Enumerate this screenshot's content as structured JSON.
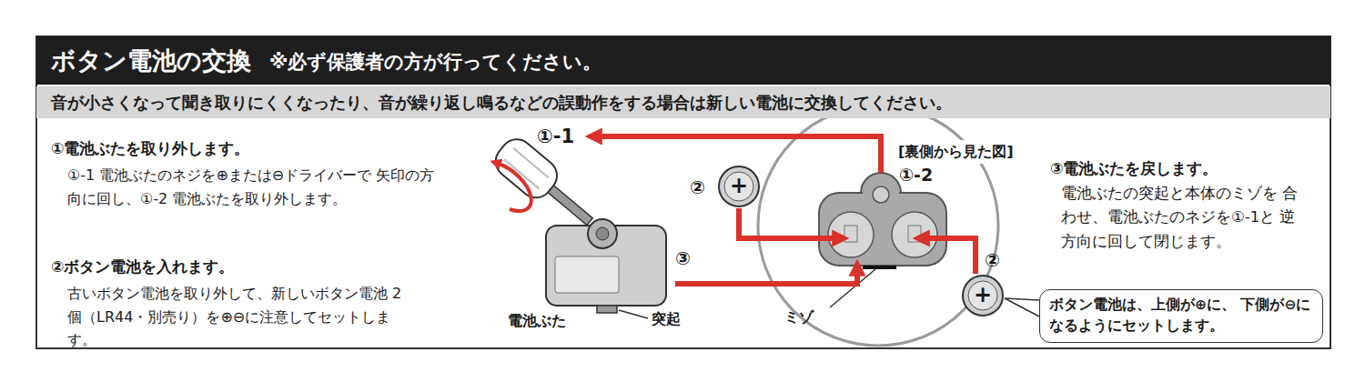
{
  "diagram": {
    "title": "ボタン電池の交換",
    "nodes": [
      {
        "text": [
          "音が小さくなって聞き取りにくくなったり、音が繰り返し鳴るなどの誤動作をする場合は新しい電池に交換してください。"
        ]
      },
      {
        "text": [
          "ボタン電池は、上側が⊕に、 下側が⊖になるようにセットします。"
        ]
      }
    ],
    "labels": [
      "※必ず保護者の方が行ってください。",
      "①電池ぶたを取り外します。",
      "①-1 電池ぶたのネジを⊕または⊖ドライバーで 矢印の方向に回し、①-2 電池ぶたを取り外します。",
      "②ボタン電池を入れます。",
      "古いボタン電池を取り外して、新しいボタン電池 2個（LR44・別売り）を⊕⊖に注意してセットします。",
      "③電池ぶたを戻します。",
      "電池ぶたの突起と本体のミゾを 合わせ、電池ぶたのネジを①-1と 逆方向に回して閉じます。",
      "①-1",
      "[裏側から見た図]",
      "①-2",
      "②",
      "②",
      "③",
      "電池ぶた",
      "突起",
      "ミゾ",
      "+",
      "+"
    ]
  }
}
